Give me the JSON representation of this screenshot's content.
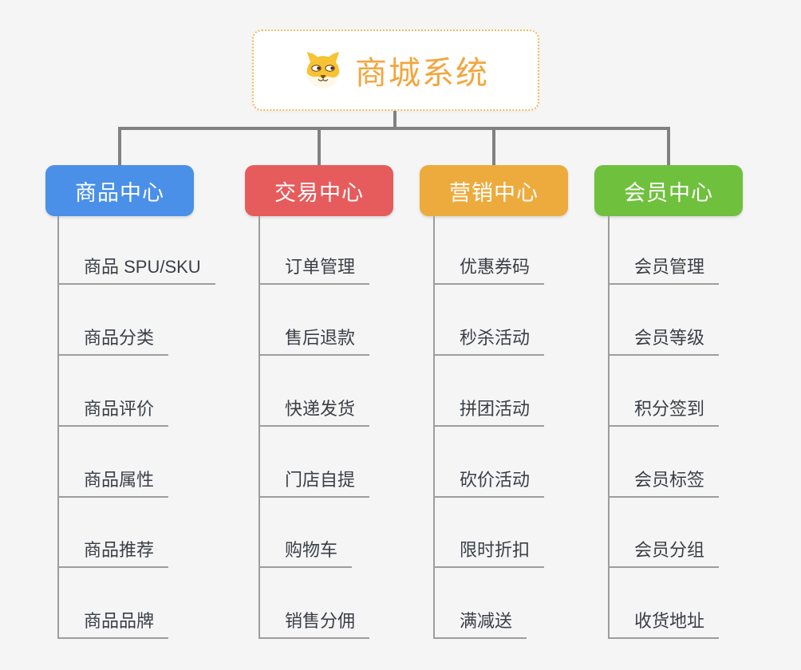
{
  "root": {
    "title": "商城系统",
    "icon": "dog-face-icon"
  },
  "branches": [
    {
      "label": "商品中心",
      "color": "#4a90e8",
      "items": [
        "商品 SPU/SKU",
        "商品分类",
        "商品评价",
        "商品属性",
        "商品推荐",
        "商品品牌"
      ]
    },
    {
      "label": "交易中心",
      "color": "#e65c5c",
      "items": [
        "订单管理",
        "售后退款",
        "快递发货",
        "门店自提",
        "购物车",
        "销售分佣"
      ]
    },
    {
      "label": "营销中心",
      "color": "#edab3d",
      "items": [
        "优惠券码",
        "秒杀活动",
        "拼团活动",
        "砍价活动",
        "限时折扣",
        "满减送"
      ]
    },
    {
      "label": "会员中心",
      "color": "#6fc13d",
      "items": [
        "会员管理",
        "会员等级",
        "积分签到",
        "会员标签",
        "会员分组",
        "收货地址"
      ]
    }
  ],
  "colors": {
    "background": "#f5f5f6",
    "connector": "#818181",
    "leaf_line": "#9d9d9d",
    "leaf_text": "#3a3f45",
    "root_accent": "#f2a63e",
    "root_border": "#f5b95a"
  }
}
